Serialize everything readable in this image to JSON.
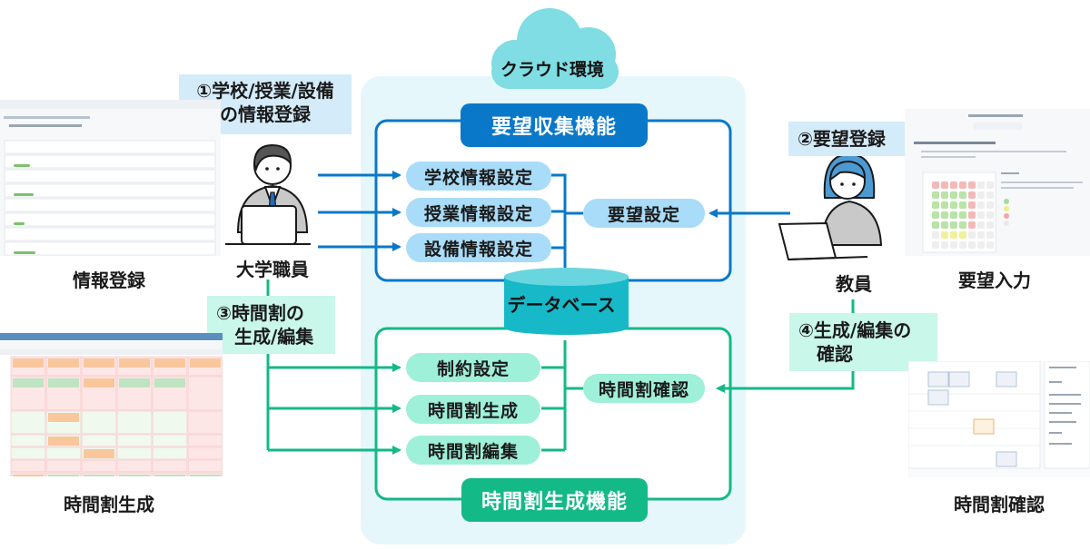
{
  "cloud": {
    "label": "クラウド環境"
  },
  "database": {
    "label": "データベース"
  },
  "request_function": {
    "title": "要望収集機能",
    "items": [
      "学校情報設定",
      "授業情報設定",
      "設備情報設定"
    ],
    "teacher_item": "要望設定"
  },
  "timetable_function": {
    "title": "時間割生成機能",
    "items": [
      "制約設定",
      "時間割生成",
      "時間割編集"
    ],
    "teacher_item": "時間割確認"
  },
  "actors": {
    "staff": "大学職員",
    "teacher": "教員"
  },
  "steps": {
    "step1": [
      "①学校/授業/設備",
      "の情報登録"
    ],
    "step2": [
      "②要望登録"
    ],
    "step3": [
      "③時間割の",
      "生成/編集"
    ],
    "step4": [
      "④生成/編集の",
      "確認"
    ]
  },
  "screens": {
    "info_registration": "情報登録",
    "request_input": "要望入力",
    "timetable_generation": "時間割生成",
    "timetable_check": "時間割確認"
  },
  "colors": {
    "blue_accent": "#0a78c8",
    "green_accent": "#13b987",
    "cloud": "#7fdde3",
    "database": "#17b8c8"
  }
}
